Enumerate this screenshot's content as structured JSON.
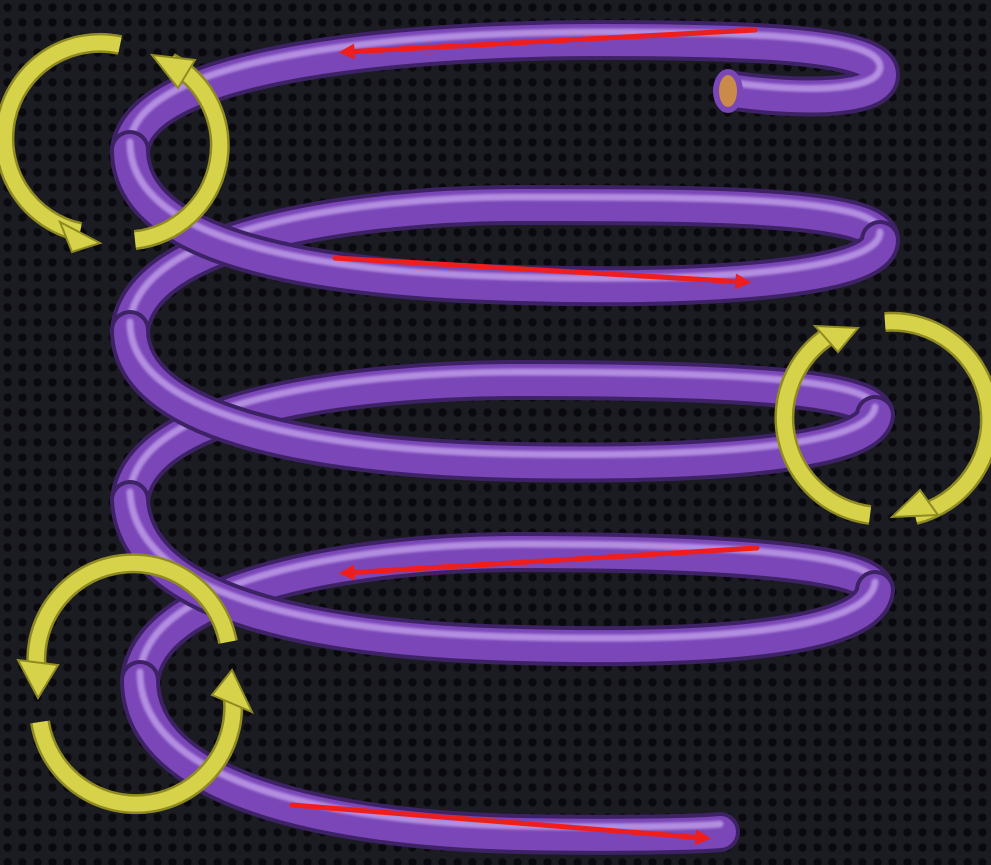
{
  "scene": {
    "subject": "solenoid-coil",
    "colors": {
      "background": "#1b1b22",
      "background_dot": "#0a0a0e",
      "wire": "#7a46b8",
      "wire_dark": "#3e2266",
      "wire_highlight": "#c6a6ee",
      "wire_core": "#c98a4a",
      "current_arrow": "#ee1e1e",
      "field_arrow": "#d6d24a",
      "field_arrow_shadow": "#8f8b22"
    },
    "current_arrows": [
      {
        "id": "turn-1",
        "direction": "left"
      },
      {
        "id": "turn-2",
        "direction": "right"
      },
      {
        "id": "turn-4",
        "direction": "left"
      },
      {
        "id": "turn-5",
        "direction": "right"
      }
    ],
    "field_loops": [
      {
        "id": "upper-left",
        "rotation": "counterclockwise"
      },
      {
        "id": "middle-right",
        "rotation": "clockwise"
      },
      {
        "id": "lower-left",
        "rotation": "counterclockwise"
      }
    ]
  }
}
